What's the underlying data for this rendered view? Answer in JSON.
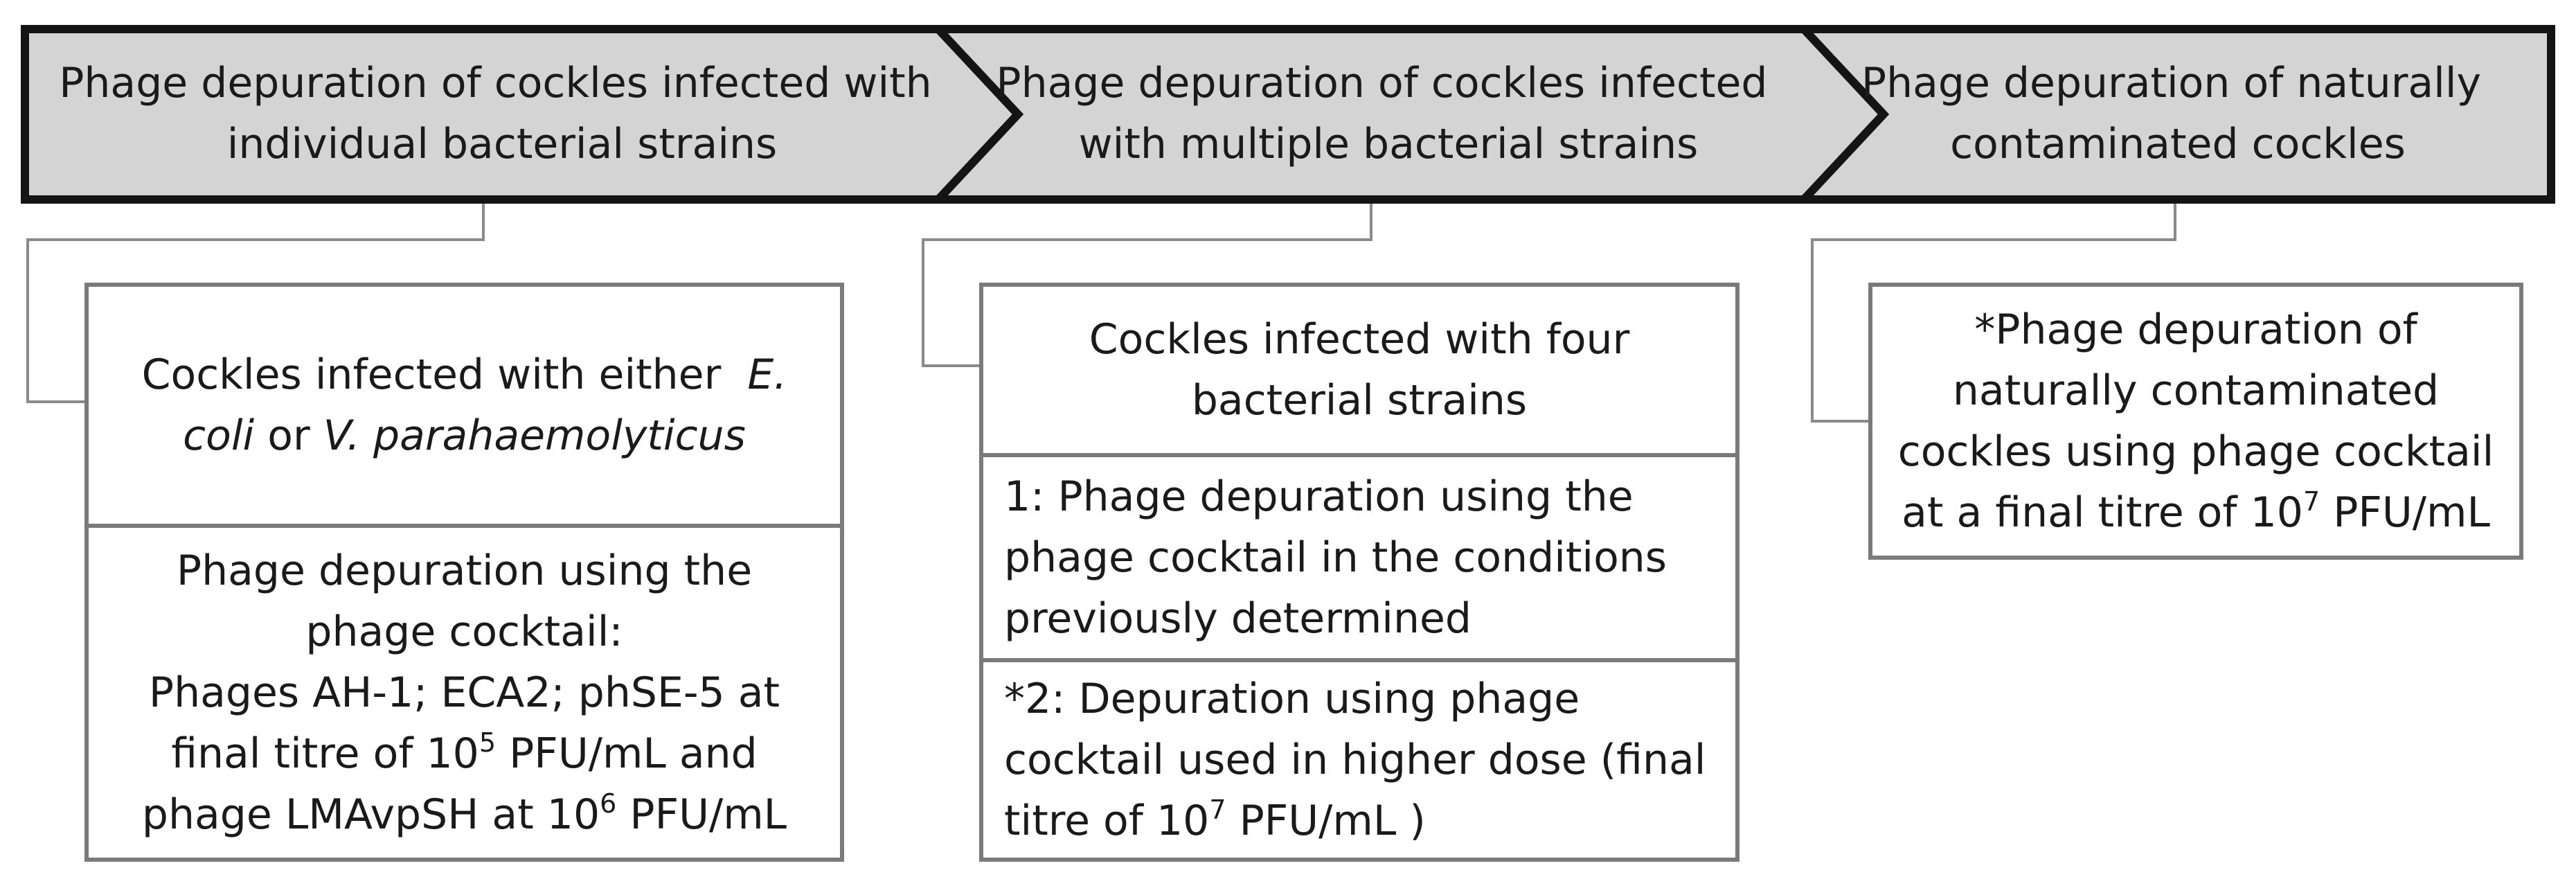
{
  "stages": [
    {
      "title": "Phage depuration of cockles infected with individual bacterial strains"
    },
    {
      "title": "Phage depuration of cockles infected with multiple bacterial strains"
    },
    {
      "title": "Phage depuration of naturally contaminated cockles"
    }
  ],
  "columns": [
    {
      "cells": [
        {
          "html": "Cockles infected with either&nbsp; <i>E. coli</i> or <i>V. parahaemolyticus</i>"
        },
        {
          "html": "Phage depuration using the phage cocktail:<br>Phages AH-1; ECA2; phSE-5 at final titre of 10<sup>5</sup> PFU/mL and phage LMAvpSH at 10<sup>6</sup> PFU/mL"
        }
      ]
    },
    {
      "cells": [
        {
          "html": "Cockles infected with four bacterial strains"
        },
        {
          "html": "1: Phage depuration using the phage cocktail in the conditions previously determined"
        },
        {
          "html": "*2: Depuration using phage cocktail used in higher dose (final titre of 10<sup>7</sup> PFU/mL )"
        }
      ]
    },
    {
      "cells": [
        {
          "html": "*Phage depuration of naturally contaminated cockles using phage cocktail at a final titre of 10<sup>7</sup> PFU/mL"
        }
      ]
    }
  ],
  "colors": {
    "banner_fill": "#d4d4d4",
    "banner_stroke": "#141414",
    "box_border": "#7a7a7a",
    "connector": "#8a8a8a"
  }
}
